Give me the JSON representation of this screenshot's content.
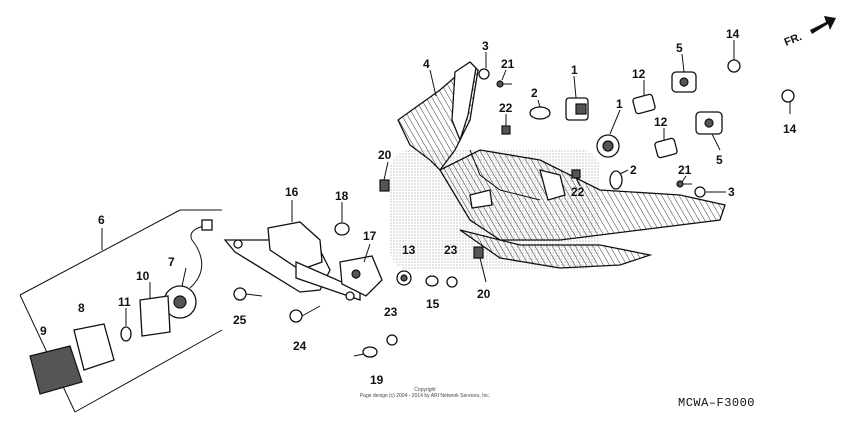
{
  "direction_label": "FR.",
  "diagram_code": "MCWA–F3000",
  "copyright": {
    "line1": "Copyright",
    "line2": "Page design (c) 2004 - 2014 by ARI Network Services, Inc."
  },
  "callouts": [
    "1",
    "1",
    "2",
    "2",
    "3",
    "3",
    "4",
    "5",
    "5",
    "6",
    "7",
    "8",
    "9",
    "10",
    "11",
    "12",
    "12",
    "13",
    "14",
    "14",
    "15",
    "16",
    "17",
    "18",
    "19",
    "20",
    "20",
    "21",
    "21",
    "22",
    "22",
    "23",
    "23",
    "24",
    "25"
  ]
}
